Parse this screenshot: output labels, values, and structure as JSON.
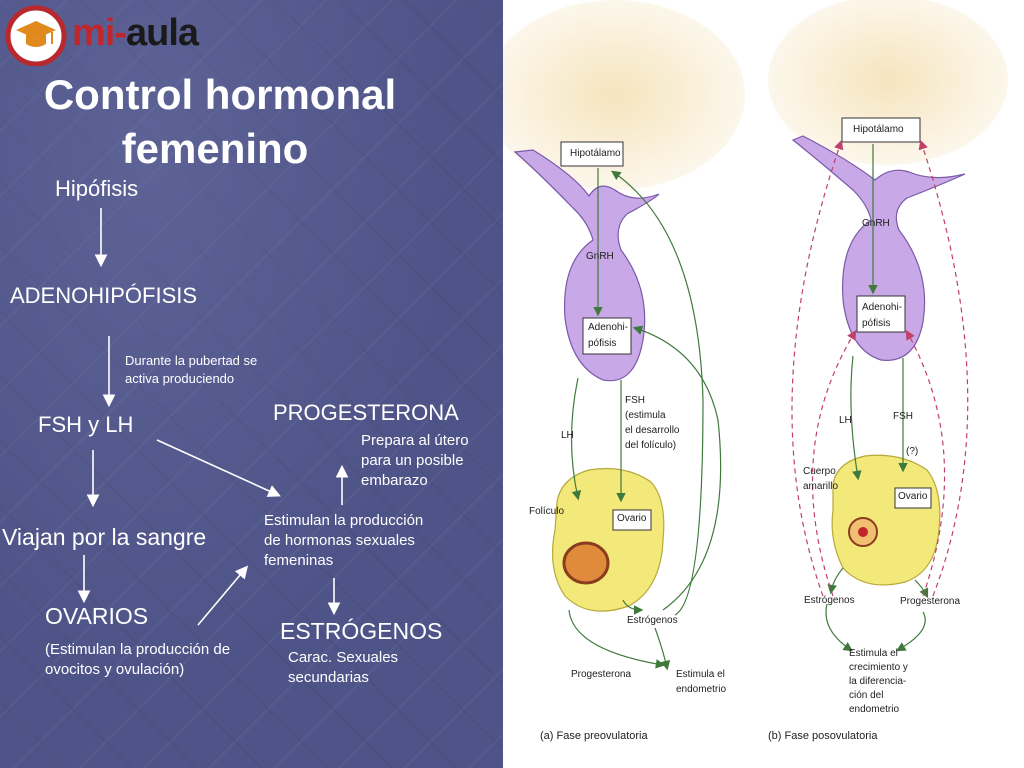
{
  "logo": {
    "brand_left": "mi",
    "brand_right": "aula"
  },
  "title": {
    "line1": "Control hormonal",
    "line2": "femenino"
  },
  "flow": {
    "hipofisis": "Hipófisis",
    "adenohipofisis": "ADENOHIPÓFISIS",
    "pubertad_1": "Durante la pubertad se",
    "pubertad_2": "activa produciendo",
    "fsh_lh": "FSH y LH",
    "viajan": "Viajan por la sangre",
    "ovarios": "OVARIOS",
    "ovarios_note_1": "(Estimulan la producción de",
    "ovarios_note_2": "ovocitos y ovulación)",
    "estimulan_1": "Estimulan la producción",
    "estimulan_2": "de hormonas sexuales",
    "estimulan_3": "femeninas",
    "progesterona": "PROGESTERONA",
    "prepara_1": "Prepara al útero",
    "prepara_2": "para un posible",
    "prepara_3": "embarazo",
    "estrogenos": "ESTRÓGENOS",
    "carac_1": "Carac. Sexuales",
    "carac_2": "secundarias"
  },
  "figure": {
    "a": {
      "hipotalamo": "Hipotálamo",
      "gnrh": "GnRH",
      "adeno_1": "Adenohi-",
      "adeno_2": "pófisis",
      "lh": "LH",
      "fsh_1": "FSH",
      "fsh_2": "(estimula",
      "fsh_3": "el desarrollo",
      "fsh_4": "del folículo)",
      "foliculo": "Folículo",
      "ovario": "Ovario",
      "estrogenos": "Estrógenos",
      "progesterona": "Progesterona",
      "estimula_1": "Estimula el",
      "estimula_2": "endometrio",
      "caption": "(a) Fase preovulatoria"
    },
    "b": {
      "hipotalamo": "Hipotálamo",
      "gnrh": "GnRH",
      "adeno_1": "Adenohi-",
      "adeno_2": "pófisis",
      "lh": "LH",
      "fsh": "FSH",
      "q": "(?)",
      "cuerpo_1": "Cuerpo",
      "cuerpo_2": "amarillo",
      "ovario": "Ovario",
      "estrogenos": "Estrógenos",
      "progesterona": "Progesterona",
      "estimula_1": "Estimula el",
      "estimula_2": "crecimiento y",
      "estimula_3": "la diferencia-",
      "estimula_4": "ción del",
      "estimula_5": "endometrio",
      "caption": "(b) Fase posovulatoria"
    }
  },
  "colors": {
    "panel": "#4f5488",
    "gland": "#c9a8e8",
    "ovary": "#f3e87a",
    "green_arrow": "#3f7a3c",
    "pink_arrow": "#c0406a"
  }
}
